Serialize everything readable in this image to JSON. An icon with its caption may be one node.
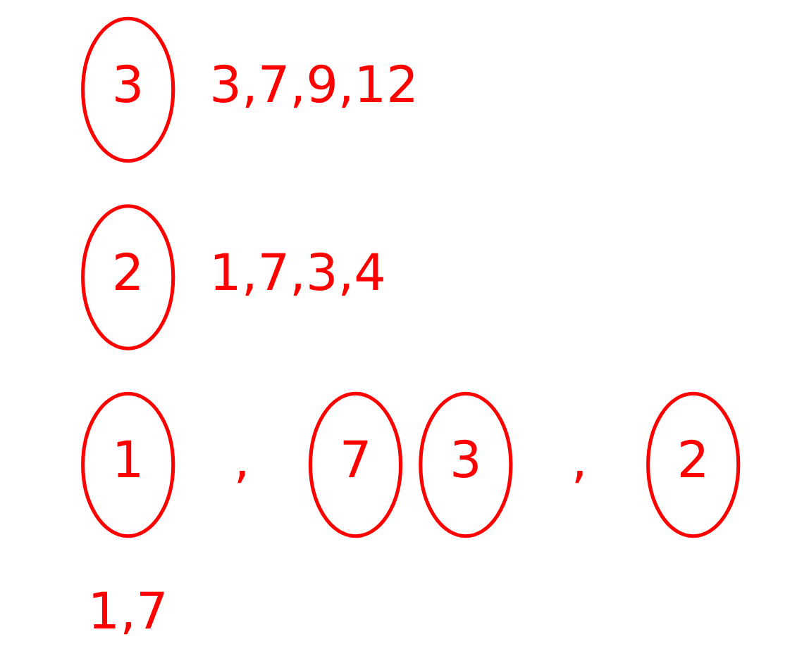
{
  "diagram": {
    "nodes": [
      {
        "text": [
          "3"
        ],
        "beside": [
          "3,7,9,12"
        ]
      },
      {
        "text": [
          "2"
        ],
        "beside": [
          "1,7,3,4"
        ]
      },
      {
        "text": [
          "1"
        ]
      },
      {
        "text": [
          "7"
        ]
      },
      {
        "text": [
          "3"
        ]
      },
      {
        "text": [
          "2"
        ]
      }
    ],
    "labels": [
      ",",
      ",",
      "1,7"
    ]
  }
}
